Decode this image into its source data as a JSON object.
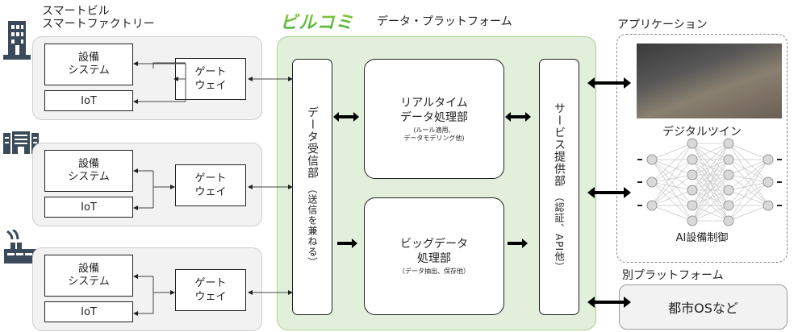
{
  "sources": {
    "title_line1": "スマートビル",
    "title_line2": "スマートファクトリー",
    "groups": [
      {
        "icon": "office-building-icon",
        "equipment_line1": "設備",
        "equipment_line2": "システム",
        "iot": "IoT",
        "gateway_line1": "ゲート",
        "gateway_line2": "ウェイ"
      },
      {
        "icon": "building-icon",
        "equipment_line1": "設備",
        "equipment_line2": "システム",
        "iot": "IoT",
        "gateway_line1": "ゲート",
        "gateway_line2": "ウェイ"
      },
      {
        "icon": "factory-icon",
        "equipment_line1": "設備",
        "equipment_line2": "システム",
        "iot": "IoT",
        "gateway_line1": "ゲート",
        "gateway_line2": "ウェイ"
      }
    ]
  },
  "platform": {
    "logo": "ビルコミ",
    "title": "データ・プラットフォーム",
    "receiver": {
      "label": "データ受信部",
      "note": "（送信を兼ねる）"
    },
    "realtime": {
      "line1": "リアルタイム",
      "line2": "データ処理部",
      "note1": "(ルール適用、",
      "note2": "データモデリング他)"
    },
    "bigdata": {
      "line1": "ビッグデータ",
      "line2": "処理部",
      "note1": "（データ抽出、保存他）"
    },
    "service": {
      "label": "サービス提供部",
      "note": "（認証、API他）"
    },
    "accent_color": "#e2efda"
  },
  "applications": {
    "title": "アプリケーション",
    "digital_twin": "デジタルツイン",
    "ai_control": "AI設備制御"
  },
  "other_platform": {
    "title": "別プラットフォーム",
    "box": "都市OSなど"
  }
}
